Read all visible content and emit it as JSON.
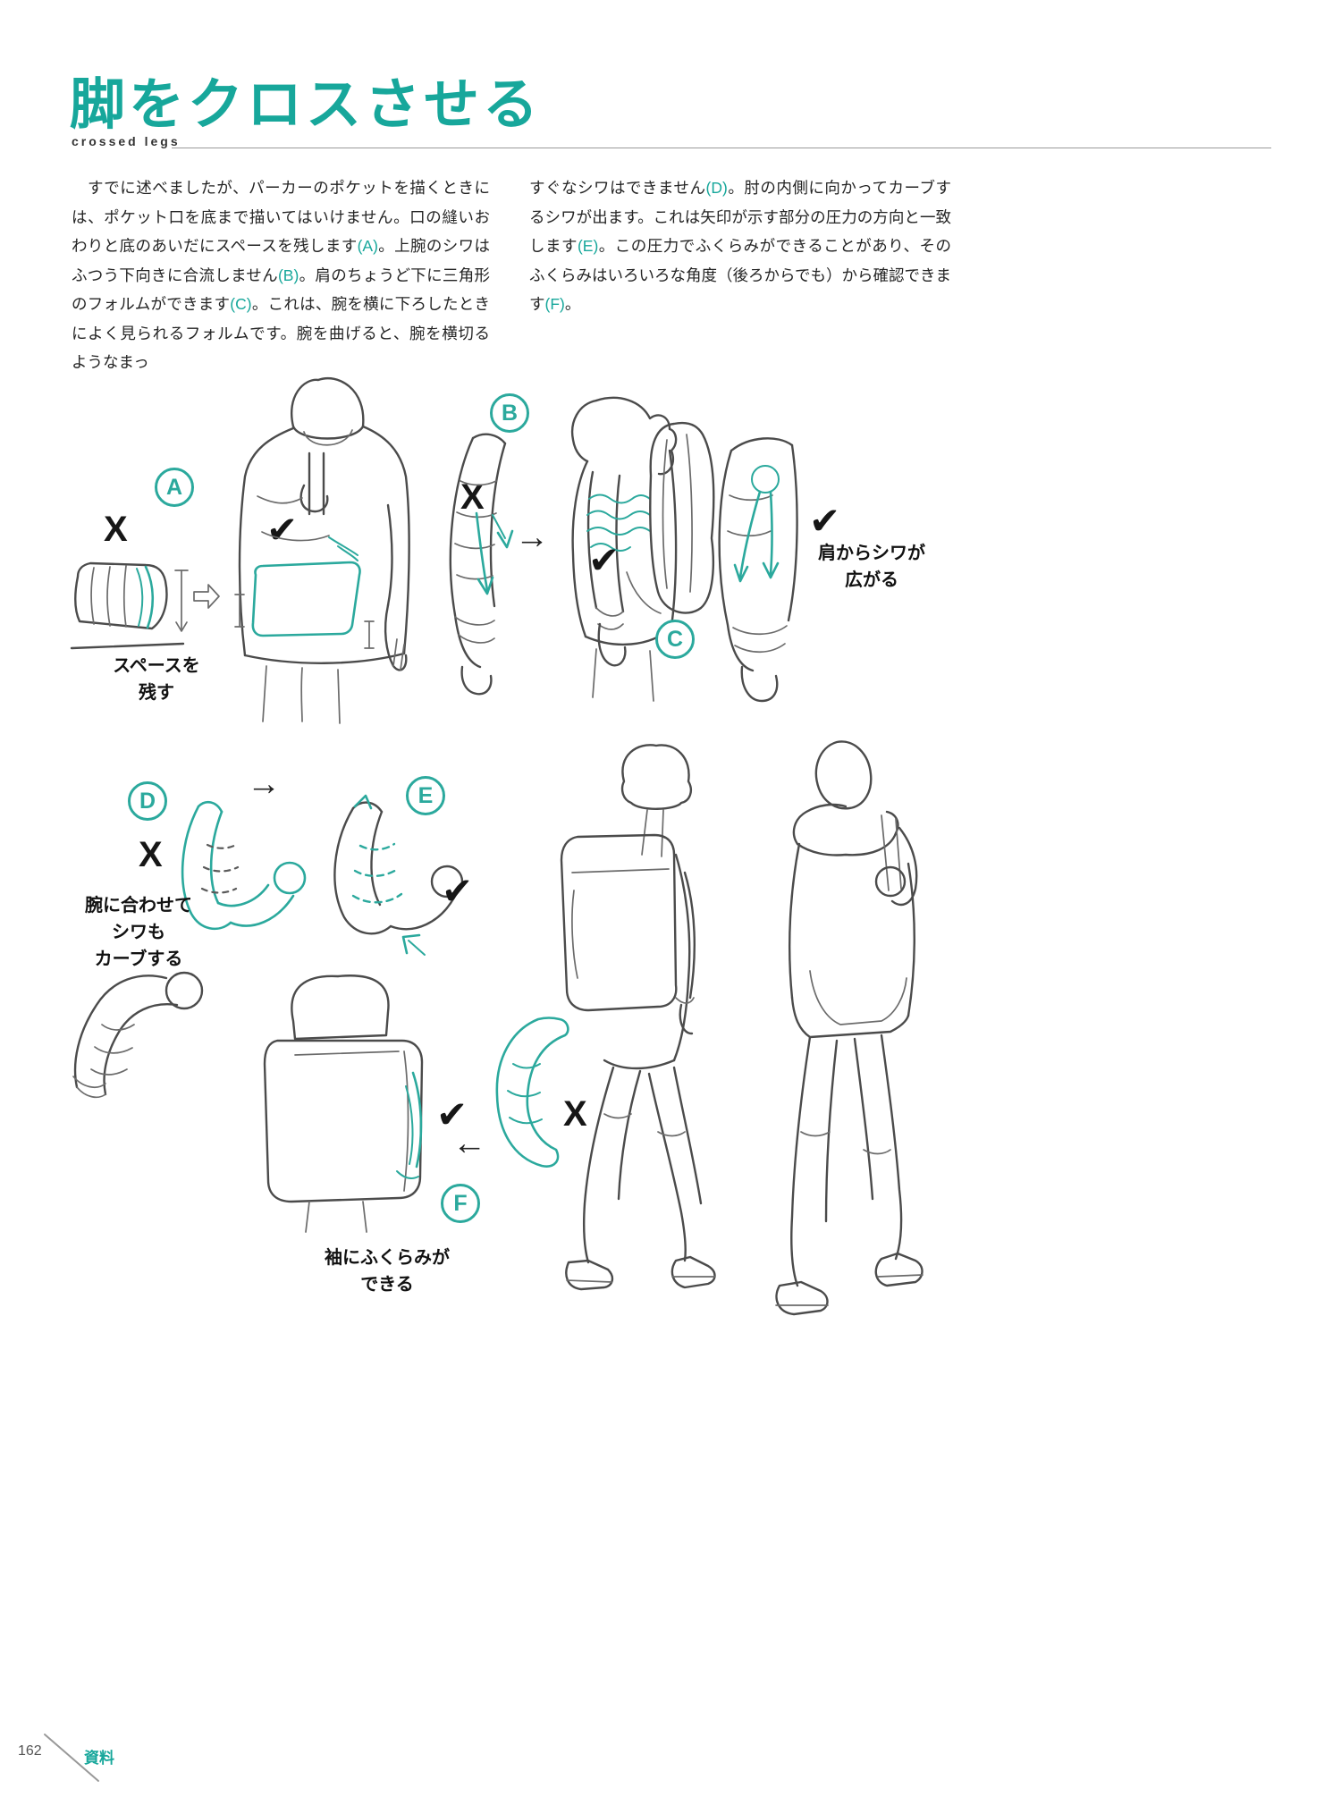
{
  "page": {
    "title": "脚をクロスさせる",
    "subtitle": "crossed legs",
    "page_number": "162",
    "footer_label": "資料"
  },
  "colors": {
    "accent": "#17a79b",
    "sketch_teal": "#2ba99d",
    "sketch_ink": "#4b4b4b"
  },
  "body_text": {
    "left_segments": [
      {
        "text": "　すでに述べましたが、パーカーのポケットを描くときには、ポケット口を底まで描いてはいけません。口の縫いおわりと底のあいだにスペースを残します"
      },
      {
        "text": "(A)"
      },
      {
        "text": "。上腕のシワはふつう下向きに合流しません"
      },
      {
        "text": "(B)"
      },
      {
        "text": "。肩のちょうど下に三角形のフォルムができます"
      },
      {
        "text": "(C)"
      },
      {
        "text": "。これは、腕を横に下ろしたときによく見られるフォルムです。腕を曲げると、腕を横切るようなまっ"
      }
    ],
    "right_segments": [
      {
        "text": "すぐなシワはできません"
      },
      {
        "text": "(D)"
      },
      {
        "text": "。肘の内側に向かってカーブするシワが出ます。これは矢印が示す部分の圧力の方向と一致します"
      },
      {
        "text": "(E)"
      },
      {
        "text": "。この圧力でふくらみができることがあり、そのふくらみはいろいろな角度（後ろからでも）から確認できます"
      },
      {
        "text": "(F)"
      },
      {
        "text": "。"
      }
    ]
  },
  "annotations": {
    "a": "A",
    "b": "B",
    "c": "C",
    "d": "D",
    "e": "E",
    "f": "F"
  },
  "icons": {
    "wrong_mark": "X",
    "check_mark": "✔",
    "arrow_right": "→",
    "arrow_left": "←"
  },
  "captions": {
    "space": [
      "スペースを",
      "残す"
    ],
    "shoulder": [
      "肩からシワが",
      "広がる"
    ],
    "curve": [
      "腕に合わせて",
      "シワも",
      "カーブする"
    ],
    "sleeve": [
      "袖にふくらみが",
      "できる"
    ]
  }
}
